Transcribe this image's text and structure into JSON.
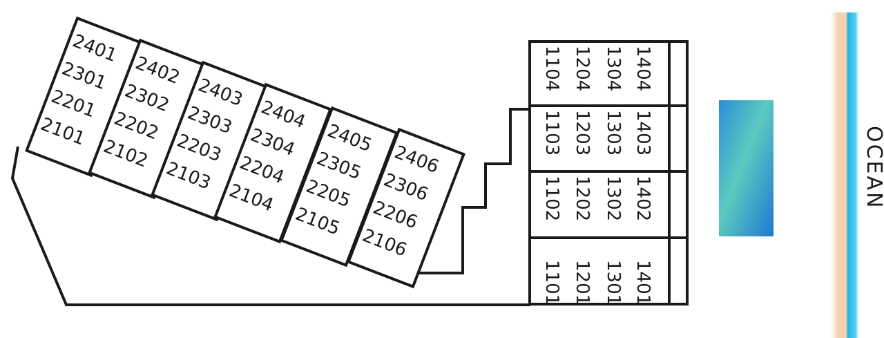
{
  "angled_building": {
    "columns": [
      [
        "2401",
        "2301",
        "2201",
        "2101"
      ],
      [
        "2402",
        "2302",
        "2202",
        "2102"
      ],
      [
        "2403",
        "2303",
        "2203",
        "2103"
      ],
      [
        "2404",
        "2304",
        "2204",
        "2104"
      ],
      [
        "2405",
        "2305",
        "2205",
        "2105"
      ],
      [
        "2406",
        "2306",
        "2206",
        "2106"
      ]
    ]
  },
  "straight_building": {
    "rows": [
      [
        "1104",
        "1204",
        "1304",
        "1404"
      ],
      [
        "1103",
        "1203",
        "1303",
        "1403"
      ],
      [
        "1102",
        "1202",
        "1302",
        "1402"
      ],
      [
        "1101",
        "1201",
        "1301",
        "1401"
      ]
    ]
  },
  "ocean_label": "OCEAN",
  "colors": {
    "outline": "#1a1a1a",
    "pool_top": "#2a8fd6",
    "pool_mid": "#5ccac0",
    "ocean_blue": "#1fb6e6",
    "sand": "#f3d2ae"
  }
}
